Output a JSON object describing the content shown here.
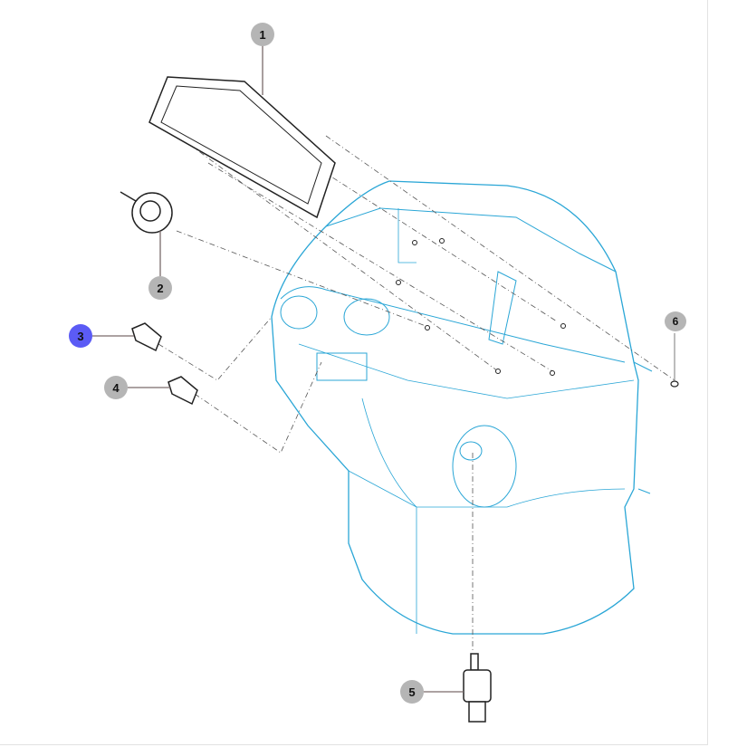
{
  "diagram": {
    "accent_color": "#5b5bf5",
    "housing_color": "#2aa6d6",
    "callouts": [
      {
        "label": "1",
        "part": "instrument-cluster",
        "active": false
      },
      {
        "label": "2",
        "part": "switch-knob",
        "active": false
      },
      {
        "label": "3",
        "part": "button-switch",
        "active": true
      },
      {
        "label": "4",
        "part": "button-switch",
        "active": false
      },
      {
        "label": "5",
        "part": "ignition-switch",
        "active": false
      },
      {
        "label": "6",
        "part": "screw",
        "active": false
      }
    ]
  }
}
